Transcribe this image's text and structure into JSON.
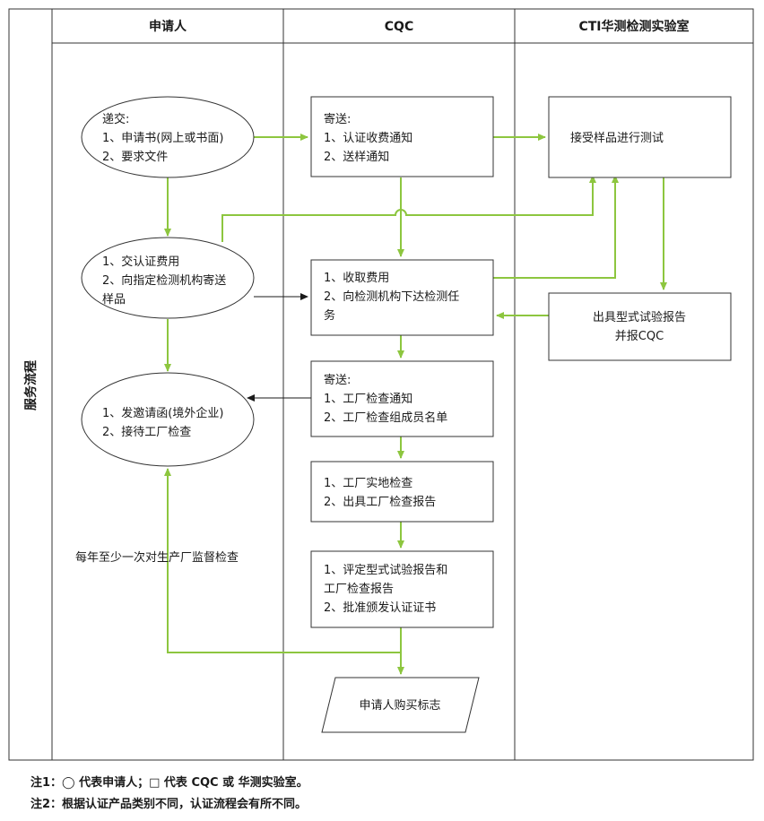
{
  "sidebar_label": "服务流程",
  "lanes": [
    "申请人",
    "CQC",
    "CTI华测检测实验室"
  ],
  "applicant": {
    "submit": [
      "递交:",
      "1、申请书(网上或书面)",
      "2、要求文件"
    ],
    "pay": [
      "1、交认证费用",
      "2、向指定检测机构寄送",
      "样品"
    ],
    "invite": [
      "1、发邀请函(境外企业)",
      "2、接待工厂检查"
    ],
    "annual_note": "每年至少一次对生产厂监督检查"
  },
  "cqc": {
    "send1": [
      "寄送:",
      "1、认证收费通知",
      "2、送样通知"
    ],
    "collect": [
      "1、收取费用",
      "2、向检测机构下达检测任",
      "务"
    ],
    "send2": [
      "寄送:",
      "1、工厂检查通知",
      "2、工厂检查组成员名单"
    ],
    "inspect": [
      "1、工厂实地检查",
      "2、出具工厂检查报告"
    ],
    "evaluate": [
      "1、评定型式试验报告和",
      "工厂检查报告",
      "2、批准颁发认证证书"
    ],
    "buy_mark": "申请人购买标志"
  },
  "lab": {
    "test": "接受样品进行测试",
    "report": [
      "出具型式试验报告",
      "并报CQC"
    ]
  },
  "notes": {
    "note1": "注1：◯ 代表申请人；□ 代表 CQC 或 华测实验室。",
    "note2": "注2：根据认证产品类别不同，认证流程会有所不同。"
  },
  "colors": {
    "arrow_green": "#8dc63f",
    "arrow_dark": "#1a1a1a",
    "border": "#333333"
  }
}
